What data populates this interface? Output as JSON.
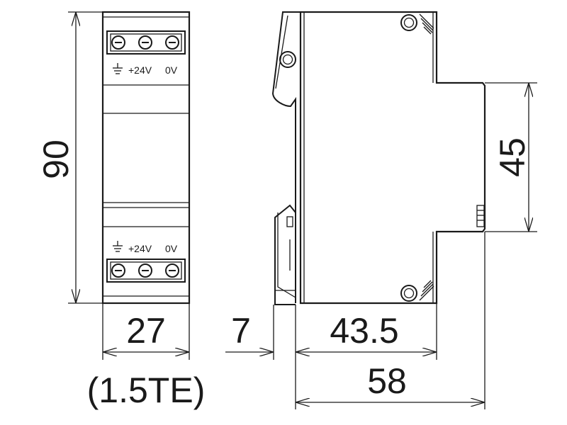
{
  "dimensions": {
    "height": "90",
    "width": "27",
    "width_units": "(1.5TE)",
    "rail_offset": "7",
    "depth_front": "43.5",
    "depth_total": "58",
    "front_height": "45"
  },
  "terminals": {
    "top": {
      "label_pos": "+24V",
      "label_zero": "0V"
    },
    "bottom": {
      "label_pos": "+24V",
      "label_zero": "0V"
    }
  },
  "icons": {
    "ground": "ground-symbol-icon",
    "screw": "terminal-screw-icon"
  }
}
